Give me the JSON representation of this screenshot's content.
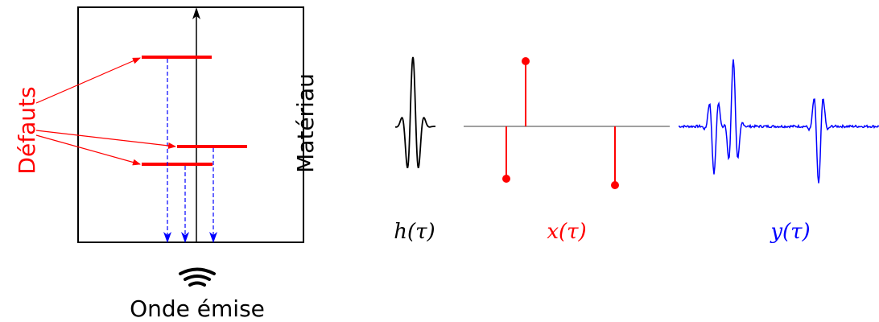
{
  "colors": {
    "defect": "#ff0000",
    "echo": "#0000ff",
    "frame": "#000000",
    "baseline": "#808080"
  },
  "left_panel": {
    "defects_label": "Défauts",
    "material_label": "Matériau",
    "wave_label": "Onde émise",
    "wave_icon": "wave-emitter-icon"
  },
  "signals": {
    "h_label": "h(τ)",
    "x_label": "x(τ)",
    "y_label": "y(τ)"
  }
}
